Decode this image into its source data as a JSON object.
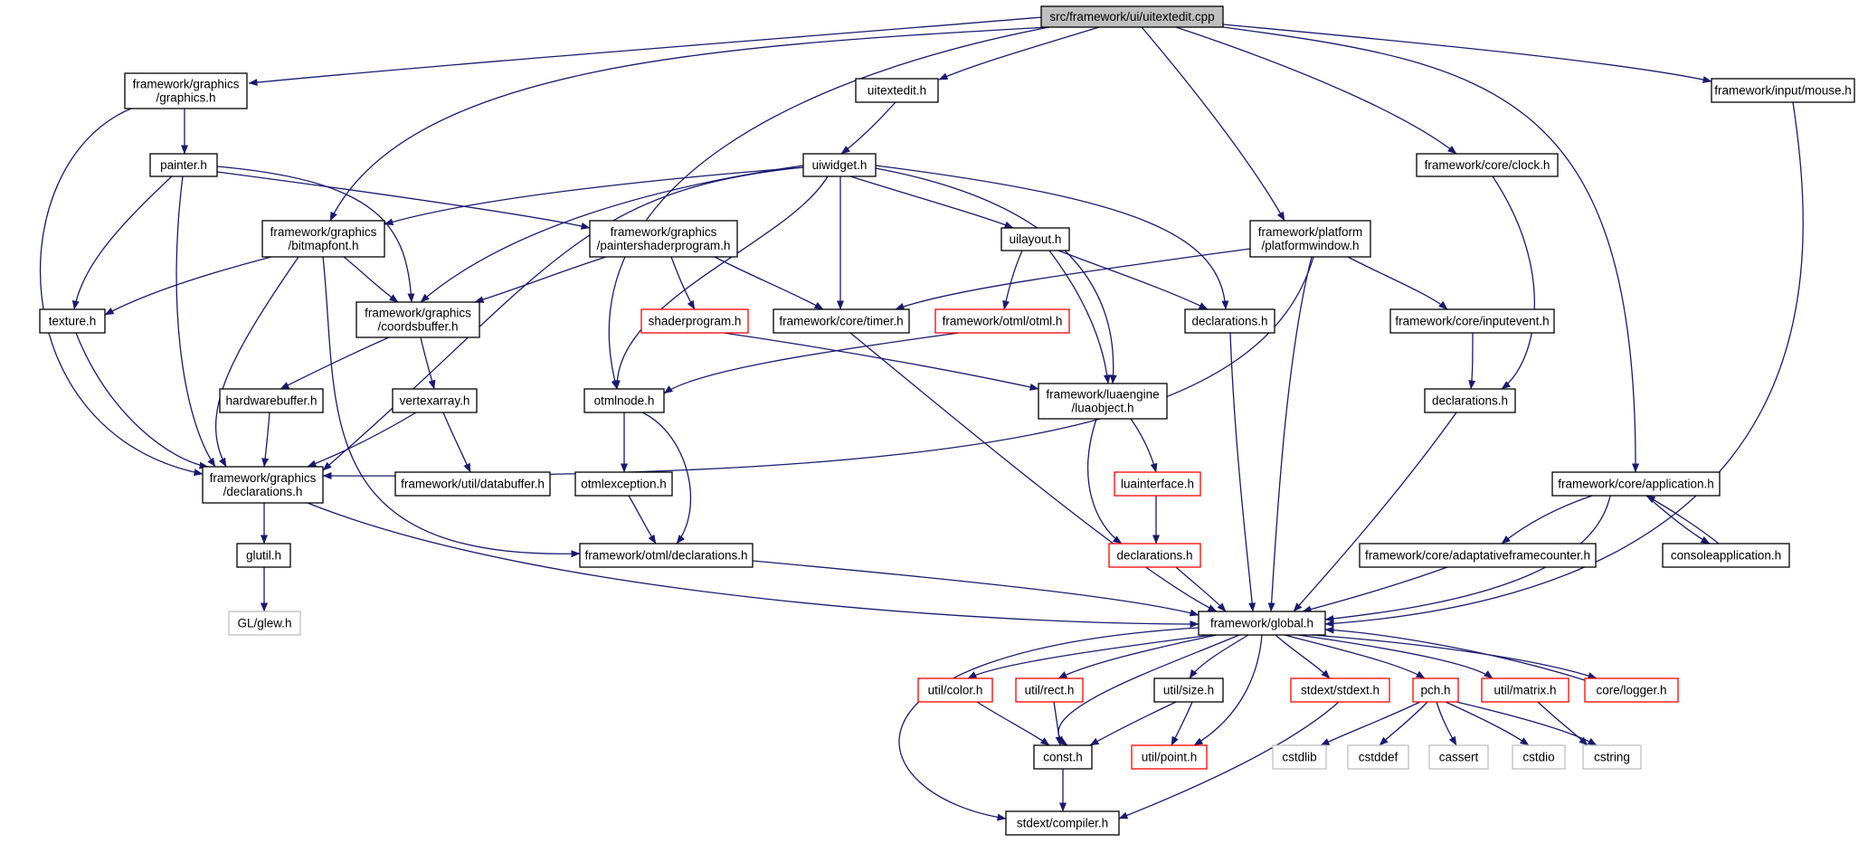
{
  "diagram": {
    "colors": {
      "edge": "#191970",
      "box_normal": "#000000",
      "box_truncated": "#ff0000",
      "box_external": "#bfbfbf",
      "root_fill": "#bfbfbf",
      "node_fill": "#ffffff"
    },
    "nodes": [
      {
        "id": "root",
        "lines": [
          "src/framework/ui/uitextedit.cpp"
        ],
        "style": "root"
      },
      {
        "id": "graphics_h",
        "lines": [
          "framework/graphics",
          "/graphics.h"
        ],
        "style": "normal"
      },
      {
        "id": "uitextedit_h",
        "lines": [
          "uitextedit.h"
        ],
        "style": "normal"
      },
      {
        "id": "mouse_h",
        "lines": [
          "framework/input/mouse.h"
        ],
        "style": "normal"
      },
      {
        "id": "painter_h",
        "lines": [
          "painter.h"
        ],
        "style": "normal"
      },
      {
        "id": "uiwidget_h",
        "lines": [
          "uiwidget.h"
        ],
        "style": "normal"
      },
      {
        "id": "clock_h",
        "lines": [
          "framework/core/clock.h"
        ],
        "style": "normal"
      },
      {
        "id": "bitmapfont_h",
        "lines": [
          "framework/graphics",
          "/bitmapfont.h"
        ],
        "style": "normal"
      },
      {
        "id": "paintershader_h",
        "lines": [
          "framework/graphics",
          "/paintershaderprogram.h"
        ],
        "style": "normal"
      },
      {
        "id": "uilayout_h",
        "lines": [
          "uilayout.h"
        ],
        "style": "normal"
      },
      {
        "id": "platformwindow_h",
        "lines": [
          "framework/platform",
          "/platformwindow.h"
        ],
        "style": "normal"
      },
      {
        "id": "texture_h",
        "lines": [
          "texture.h"
        ],
        "style": "normal"
      },
      {
        "id": "coordsbuffer_h",
        "lines": [
          "framework/graphics",
          "/coordsbuffer.h"
        ],
        "style": "normal"
      },
      {
        "id": "shaderprogram_h",
        "lines": [
          "shaderprogram.h"
        ],
        "style": "truncated"
      },
      {
        "id": "timer_h",
        "lines": [
          "framework/core/timer.h"
        ],
        "style": "normal"
      },
      {
        "id": "otml_h",
        "lines": [
          "framework/otml/otml.h"
        ],
        "style": "truncated"
      },
      {
        "id": "decl_ui_h",
        "lines": [
          "declarations.h"
        ],
        "style": "normal"
      },
      {
        "id": "inputevent_h",
        "lines": [
          "framework/core/inputevent.h"
        ],
        "style": "normal"
      },
      {
        "id": "hardwarebuffer_h",
        "lines": [
          "hardwarebuffer.h"
        ],
        "style": "normal"
      },
      {
        "id": "vertexarray_h",
        "lines": [
          "vertexarray.h"
        ],
        "style": "normal"
      },
      {
        "id": "otmlnode_h",
        "lines": [
          "otmlnode.h"
        ],
        "style": "normal"
      },
      {
        "id": "luaobject_h",
        "lines": [
          "framework/luaengine",
          "/luaobject.h"
        ],
        "style": "normal"
      },
      {
        "id": "decl_core_h",
        "lines": [
          "declarations.h"
        ],
        "style": "normal"
      },
      {
        "id": "graphics_decl_h",
        "lines": [
          "framework/graphics",
          "/declarations.h"
        ],
        "style": "normal"
      },
      {
        "id": "databuffer_h",
        "lines": [
          "framework/util/databuffer.h"
        ],
        "style": "normal"
      },
      {
        "id": "otmlexception_h",
        "lines": [
          "otmlexception.h"
        ],
        "style": "normal"
      },
      {
        "id": "luainterface_h",
        "lines": [
          "luainterface.h"
        ],
        "style": "truncated"
      },
      {
        "id": "application_h",
        "lines": [
          "framework/core/application.h"
        ],
        "style": "normal"
      },
      {
        "id": "glutil_h",
        "lines": [
          "glutil.h"
        ],
        "style": "normal"
      },
      {
        "id": "otml_decl_h",
        "lines": [
          "framework/otml/declarations.h"
        ],
        "style": "normal"
      },
      {
        "id": "decl_lua_h",
        "lines": [
          "declarations.h"
        ],
        "style": "truncated"
      },
      {
        "id": "adaptive_h",
        "lines": [
          "framework/core/adaptativeframecounter.h"
        ],
        "style": "normal"
      },
      {
        "id": "consoleapp_h",
        "lines": [
          "consoleapplication.h"
        ],
        "style": "normal"
      },
      {
        "id": "glew_h",
        "lines": [
          "GL/glew.h"
        ],
        "style": "external"
      },
      {
        "id": "global_h",
        "lines": [
          "framework/global.h"
        ],
        "style": "normal"
      },
      {
        "id": "color_h",
        "lines": [
          "util/color.h"
        ],
        "style": "truncated"
      },
      {
        "id": "rect_h",
        "lines": [
          "util/rect.h"
        ],
        "style": "truncated"
      },
      {
        "id": "size_h",
        "lines": [
          "util/size.h"
        ],
        "style": "normal"
      },
      {
        "id": "stdext_h",
        "lines": [
          "stdext/stdext.h"
        ],
        "style": "truncated"
      },
      {
        "id": "pch_h",
        "lines": [
          "pch.h"
        ],
        "style": "truncated"
      },
      {
        "id": "matrix_h",
        "lines": [
          "util/matrix.h"
        ],
        "style": "truncated"
      },
      {
        "id": "logger_h",
        "lines": [
          "core/logger.h"
        ],
        "style": "truncated"
      },
      {
        "id": "const_h",
        "lines": [
          "const.h"
        ],
        "style": "normal"
      },
      {
        "id": "point_h",
        "lines": [
          "util/point.h"
        ],
        "style": "truncated"
      },
      {
        "id": "cstdlib",
        "lines": [
          "cstdlib"
        ],
        "style": "external"
      },
      {
        "id": "cstddef",
        "lines": [
          "cstddef"
        ],
        "style": "external"
      },
      {
        "id": "cassert",
        "lines": [
          "cassert"
        ],
        "style": "external"
      },
      {
        "id": "cstdio",
        "lines": [
          "cstdio"
        ],
        "style": "external"
      },
      {
        "id": "cstring",
        "lines": [
          "cstring"
        ],
        "style": "external"
      },
      {
        "id": "compiler_h",
        "lines": [
          "stdext/compiler.h"
        ],
        "style": "normal"
      }
    ],
    "edges": [
      [
        "root",
        "graphics_h"
      ],
      [
        "root",
        "uitextedit_h"
      ],
      [
        "root",
        "mouse_h"
      ],
      [
        "root",
        "bitmapfont_h"
      ],
      [
        "root",
        "otmlnode_h"
      ],
      [
        "root",
        "platformwindow_h"
      ],
      [
        "root",
        "clock_h"
      ],
      [
        "root",
        "application_h"
      ],
      [
        "graphics_h",
        "painter_h"
      ],
      [
        "graphics_h",
        "graphics_decl_h"
      ],
      [
        "uitextedit_h",
        "uiwidget_h"
      ],
      [
        "painter_h",
        "texture_h"
      ],
      [
        "painter_h",
        "graphics_decl_h"
      ],
      [
        "painter_h",
        "coordsbuffer_h"
      ],
      [
        "painter_h",
        "paintershader_h"
      ],
      [
        "uiwidget_h",
        "bitmapfont_h"
      ],
      [
        "uiwidget_h",
        "coordsbuffer_h"
      ],
      [
        "uiwidget_h",
        "graphics_decl_h"
      ],
      [
        "uiwidget_h",
        "otmlnode_h"
      ],
      [
        "uiwidget_h",
        "timer_h"
      ],
      [
        "uiwidget_h",
        "uilayout_h"
      ],
      [
        "uiwidget_h",
        "luaobject_h"
      ],
      [
        "uiwidget_h",
        "decl_ui_h"
      ],
      [
        "bitmapfont_h",
        "texture_h"
      ],
      [
        "bitmapfont_h",
        "coordsbuffer_h"
      ],
      [
        "bitmapfont_h",
        "graphics_decl_h"
      ],
      [
        "bitmapfont_h",
        "otml_decl_h"
      ],
      [
        "paintershader_h",
        "coordsbuffer_h"
      ],
      [
        "paintershader_h",
        "shaderprogram_h"
      ],
      [
        "paintershader_h",
        "timer_h"
      ],
      [
        "uilayout_h",
        "otml_h"
      ],
      [
        "uilayout_h",
        "luaobject_h"
      ],
      [
        "uilayout_h",
        "decl_ui_h"
      ],
      [
        "platformwindow_h",
        "timer_h"
      ],
      [
        "platformwindow_h",
        "inputevent_h"
      ],
      [
        "platformwindow_h",
        "graphics_decl_h"
      ],
      [
        "platformwindow_h",
        "global_h"
      ],
      [
        "clock_h",
        "decl_core_h"
      ],
      [
        "texture_h",
        "graphics_decl_h"
      ],
      [
        "coordsbuffer_h",
        "hardwarebuffer_h"
      ],
      [
        "coordsbuffer_h",
        "vertexarray_h"
      ],
      [
        "shaderprogram_h",
        "luaobject_h"
      ],
      [
        "timer_h",
        "global_h"
      ],
      [
        "otml_h",
        "otmlnode_h"
      ],
      [
        "decl_ui_h",
        "global_h"
      ],
      [
        "inputevent_h",
        "decl_core_h"
      ],
      [
        "hardwarebuffer_h",
        "graphics_decl_h"
      ],
      [
        "vertexarray_h",
        "graphics_decl_h"
      ],
      [
        "vertexarray_h",
        "databuffer_h"
      ],
      [
        "otmlnode_h",
        "otmlexception_h"
      ],
      [
        "otmlnode_h",
        "otml_decl_h"
      ],
      [
        "luaobject_h",
        "luainterface_h"
      ],
      [
        "luaobject_h",
        "decl_lua_h"
      ],
      [
        "decl_core_h",
        "global_h"
      ],
      [
        "graphics_decl_h",
        "glutil_h"
      ],
      [
        "graphics_decl_h",
        "global_h"
      ],
      [
        "otmlexception_h",
        "otml_decl_h"
      ],
      [
        "luainterface_h",
        "decl_lua_h"
      ],
      [
        "application_h",
        "adaptive_h"
      ],
      [
        "application_h",
        "consoleapp_h"
      ],
      [
        "application_h",
        "global_h"
      ],
      [
        "consoleapp_h",
        "application_h"
      ],
      [
        "mouse_h",
        "global_h"
      ],
      [
        "glutil_h",
        "glew_h"
      ],
      [
        "otml_decl_h",
        "global_h"
      ],
      [
        "decl_lua_h",
        "global_h"
      ],
      [
        "adaptive_h",
        "global_h"
      ],
      [
        "global_h",
        "color_h"
      ],
      [
        "global_h",
        "rect_h"
      ],
      [
        "global_h",
        "size_h"
      ],
      [
        "global_h",
        "const_h"
      ],
      [
        "global_h",
        "point_h"
      ],
      [
        "global_h",
        "stdext_h"
      ],
      [
        "global_h",
        "pch_h"
      ],
      [
        "global_h",
        "matrix_h"
      ],
      [
        "global_h",
        "logger_h"
      ],
      [
        "global_h",
        "compiler_h"
      ],
      [
        "logger_h",
        "global_h"
      ],
      [
        "color_h",
        "const_h"
      ],
      [
        "rect_h",
        "const_h"
      ],
      [
        "size_h",
        "const_h"
      ],
      [
        "size_h",
        "point_h"
      ],
      [
        "stdext_h",
        "compiler_h"
      ],
      [
        "pch_h",
        "cstdlib"
      ],
      [
        "pch_h",
        "cstddef"
      ],
      [
        "pch_h",
        "cassert"
      ],
      [
        "pch_h",
        "cstdio"
      ],
      [
        "pch_h",
        "cstring"
      ],
      [
        "matrix_h",
        "cstring"
      ],
      [
        "const_h",
        "compiler_h"
      ]
    ]
  }
}
